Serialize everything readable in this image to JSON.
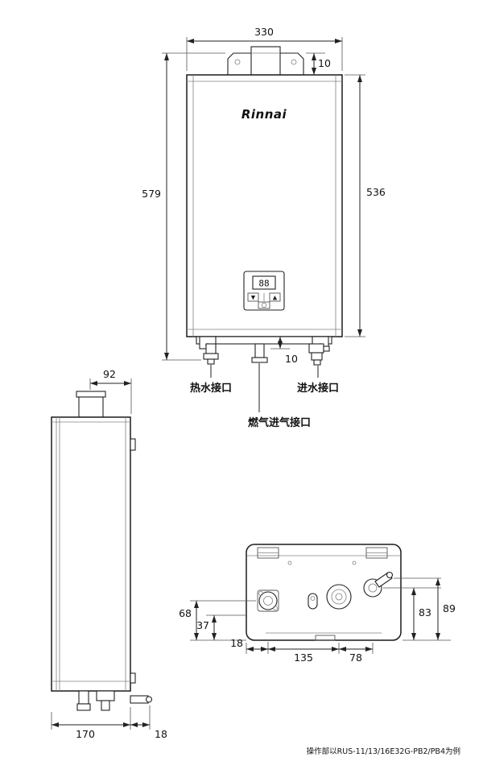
{
  "brand": "Rinnai",
  "footnote": "操作部以RUS-11/13/16E32G-PB2/PB4为例",
  "front_view": {
    "display_value": "88",
    "panel": {
      "down_glyph": "▼",
      "up_glyph": "▲"
    },
    "dims": {
      "width": "330",
      "bracket_offset": "10",
      "overall_height": "579",
      "body_height": "536",
      "bottom_offset": "10"
    },
    "ports": {
      "hot_water": "热水接口",
      "water_inlet": "进水接口",
      "gas_inlet": "燃气进气接口"
    }
  },
  "side_view": {
    "dims": {
      "flue_depth": "92",
      "depth": "170",
      "valve_protrusion": "18"
    }
  },
  "bottom_view": {
    "dims": {
      "hot_water_height": "68",
      "drain_height": "37",
      "edge_to_hot_water": "18",
      "hot_water_to_inlet": "135",
      "inlet_to_gas": "78",
      "gas_height": "83",
      "gas_pipe_height": "89"
    }
  }
}
